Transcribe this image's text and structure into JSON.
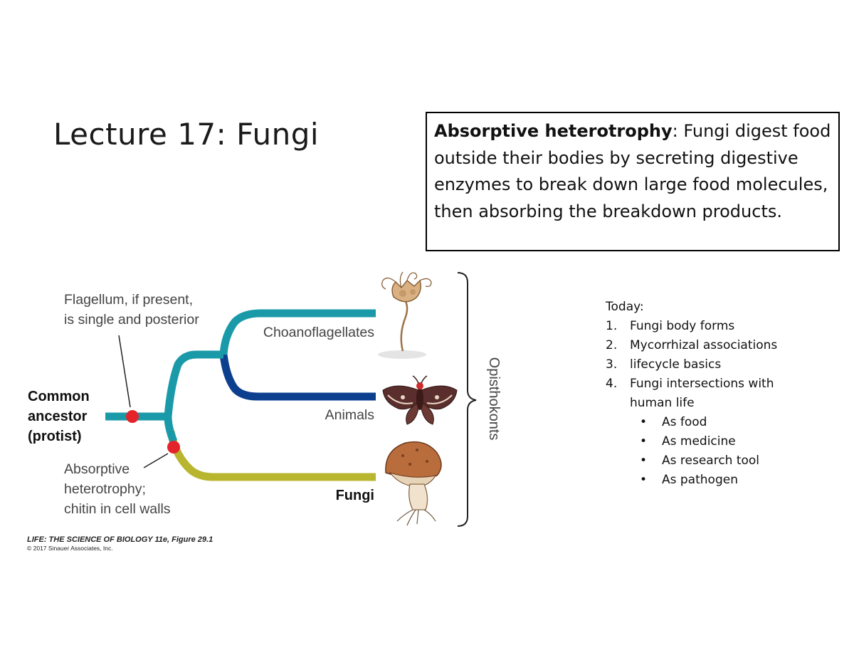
{
  "slide": {
    "title": "Lecture 17: Fungi"
  },
  "definition": {
    "term": "Absorptive heterotrophy",
    "text": ": Fungi digest food outside their bodies by secreting digestive enzymes to break down large food molecules, then absorbing the breakdown products."
  },
  "today": {
    "heading": "Today:",
    "items": [
      {
        "num": "1.",
        "text": "Fungi body forms"
      },
      {
        "num": "2.",
        "text": "Mycorrhizal associations"
      },
      {
        "num": "3.",
        "text": "lifecycle basics"
      },
      {
        "num": "4.",
        "text": "Fungi intersections with",
        "cont": "human life"
      }
    ],
    "subitems": [
      "As food",
      "As medicine",
      "As research tool",
      "As pathogen"
    ],
    "bullet": "•"
  },
  "figure": {
    "flagellum_note": [
      "Flagellum, if present,",
      "is single and posterior"
    ],
    "common_ancestor": [
      "Common",
      "ancestor",
      "(protist)"
    ],
    "absorptive_note": [
      "Absorptive",
      "heterotrophy;",
      "chitin in cell walls"
    ],
    "taxa": {
      "choanoflagellates": "Choanoflagellates",
      "animals": "Animals",
      "fungi": "Fungi"
    },
    "clade_label": "Opisthokonts",
    "icons": [
      "choanoflagellate-icon",
      "moth-icon",
      "mushroom-icon"
    ],
    "colors": {
      "teal": "#1a9aa8",
      "navy": "#0d3f8f",
      "olive": "#b8b62f",
      "node": "#e3252b"
    },
    "credit_line1": "LIFE: THE SCIENCE OF BIOLOGY 11e, Figure 29.1",
    "credit_line2": "© 2017 Sinauer Associates, Inc."
  }
}
